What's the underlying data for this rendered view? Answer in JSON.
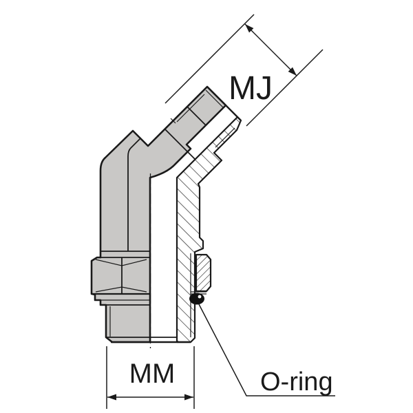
{
  "diagram": {
    "type": "technical-drawing",
    "subject": "45-degree adjustable male elbow hydraulic fitting shown in half-section",
    "labels": {
      "mj": "MJ",
      "mm": "MM",
      "oring": "O-ring"
    },
    "colors": {
      "outline": "#1a1a1a",
      "metal": "#c9c8c6",
      "background": "#ffffff",
      "seal": "#111111"
    }
  }
}
